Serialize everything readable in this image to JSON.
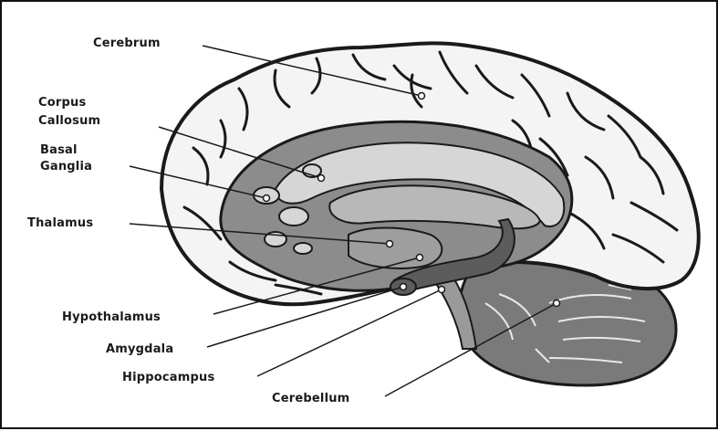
{
  "labels": {
    "cerebrum": "Cerebrum",
    "corpus_callosum_line1": "Corpus",
    "corpus_callosum_line2": "Callosum",
    "basal_ganglia_line1": "Basal",
    "basal_ganglia_line2": "Ganglia",
    "thalamus": "Thalamus",
    "hypothalamus": "Hypothalamus",
    "amygdala": "Amygdala",
    "hippocampus": "Hippocampus",
    "cerebellum": "Cerebellum"
  },
  "colors": {
    "brain_fill": "#f4f4f4",
    "inner_dark": "#8c8c8c",
    "inner_mid": "#b8b8b8",
    "inner_light": "#d6d6d6",
    "cerebellum_fill": "#7a7a7a",
    "outline": "#1a1a1a"
  }
}
